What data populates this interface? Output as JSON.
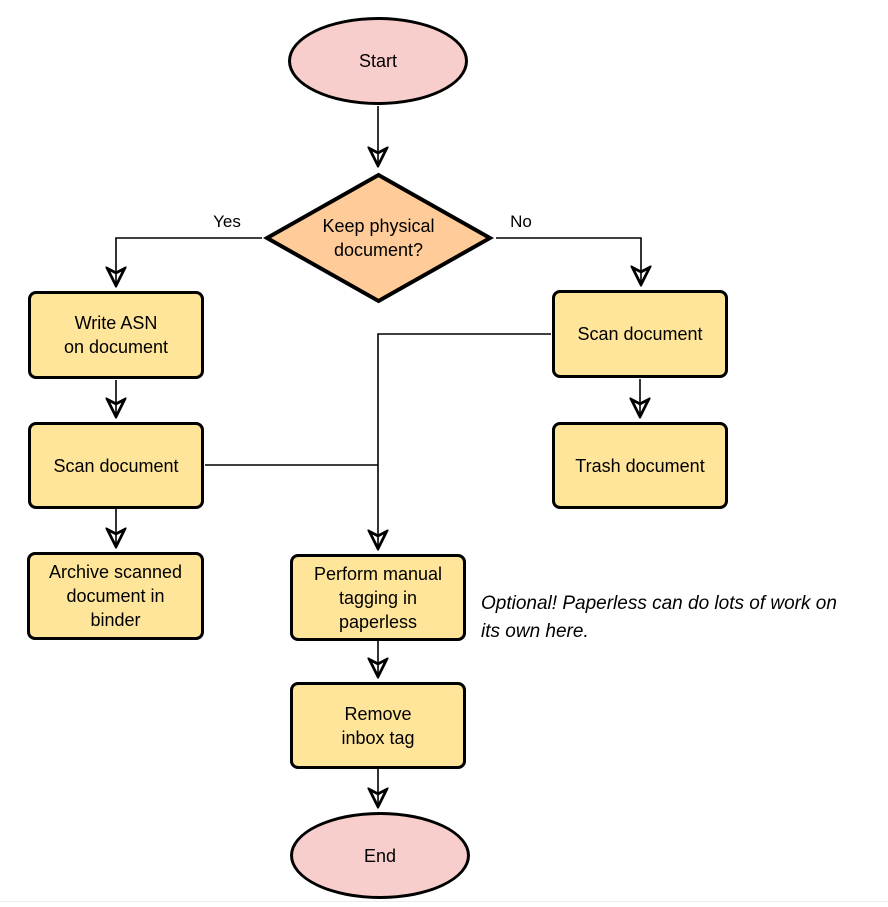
{
  "diagram": {
    "nodes": {
      "start": {
        "label": "Start"
      },
      "keep_physical": {
        "label": "Keep physical\ndocument?"
      },
      "write_asn": {
        "label": "Write ASN\non document"
      },
      "scan_left": {
        "label": "Scan document"
      },
      "archive": {
        "label": "Archive scanned\ndocument in\nbinder"
      },
      "scan_right": {
        "label": "Scan document"
      },
      "trash": {
        "label": "Trash document"
      },
      "tagging": {
        "label": "Perform manual\ntagging in\npaperless"
      },
      "remove_inbox": {
        "label": "Remove\ninbox tag"
      },
      "end": {
        "label": "End"
      }
    },
    "edge_labels": {
      "yes": "Yes",
      "no": "No"
    },
    "note": "Optional! Paperless can do lots of work on\nits own here.",
    "colors": {
      "terminal_fill": "#F8CECC",
      "decision_fill": "#FFCC99",
      "process_fill": "#FFE599",
      "stroke": "#000000",
      "line": "#000000",
      "background": "#FFFFFF",
      "divider": "#EDEDED"
    }
  }
}
